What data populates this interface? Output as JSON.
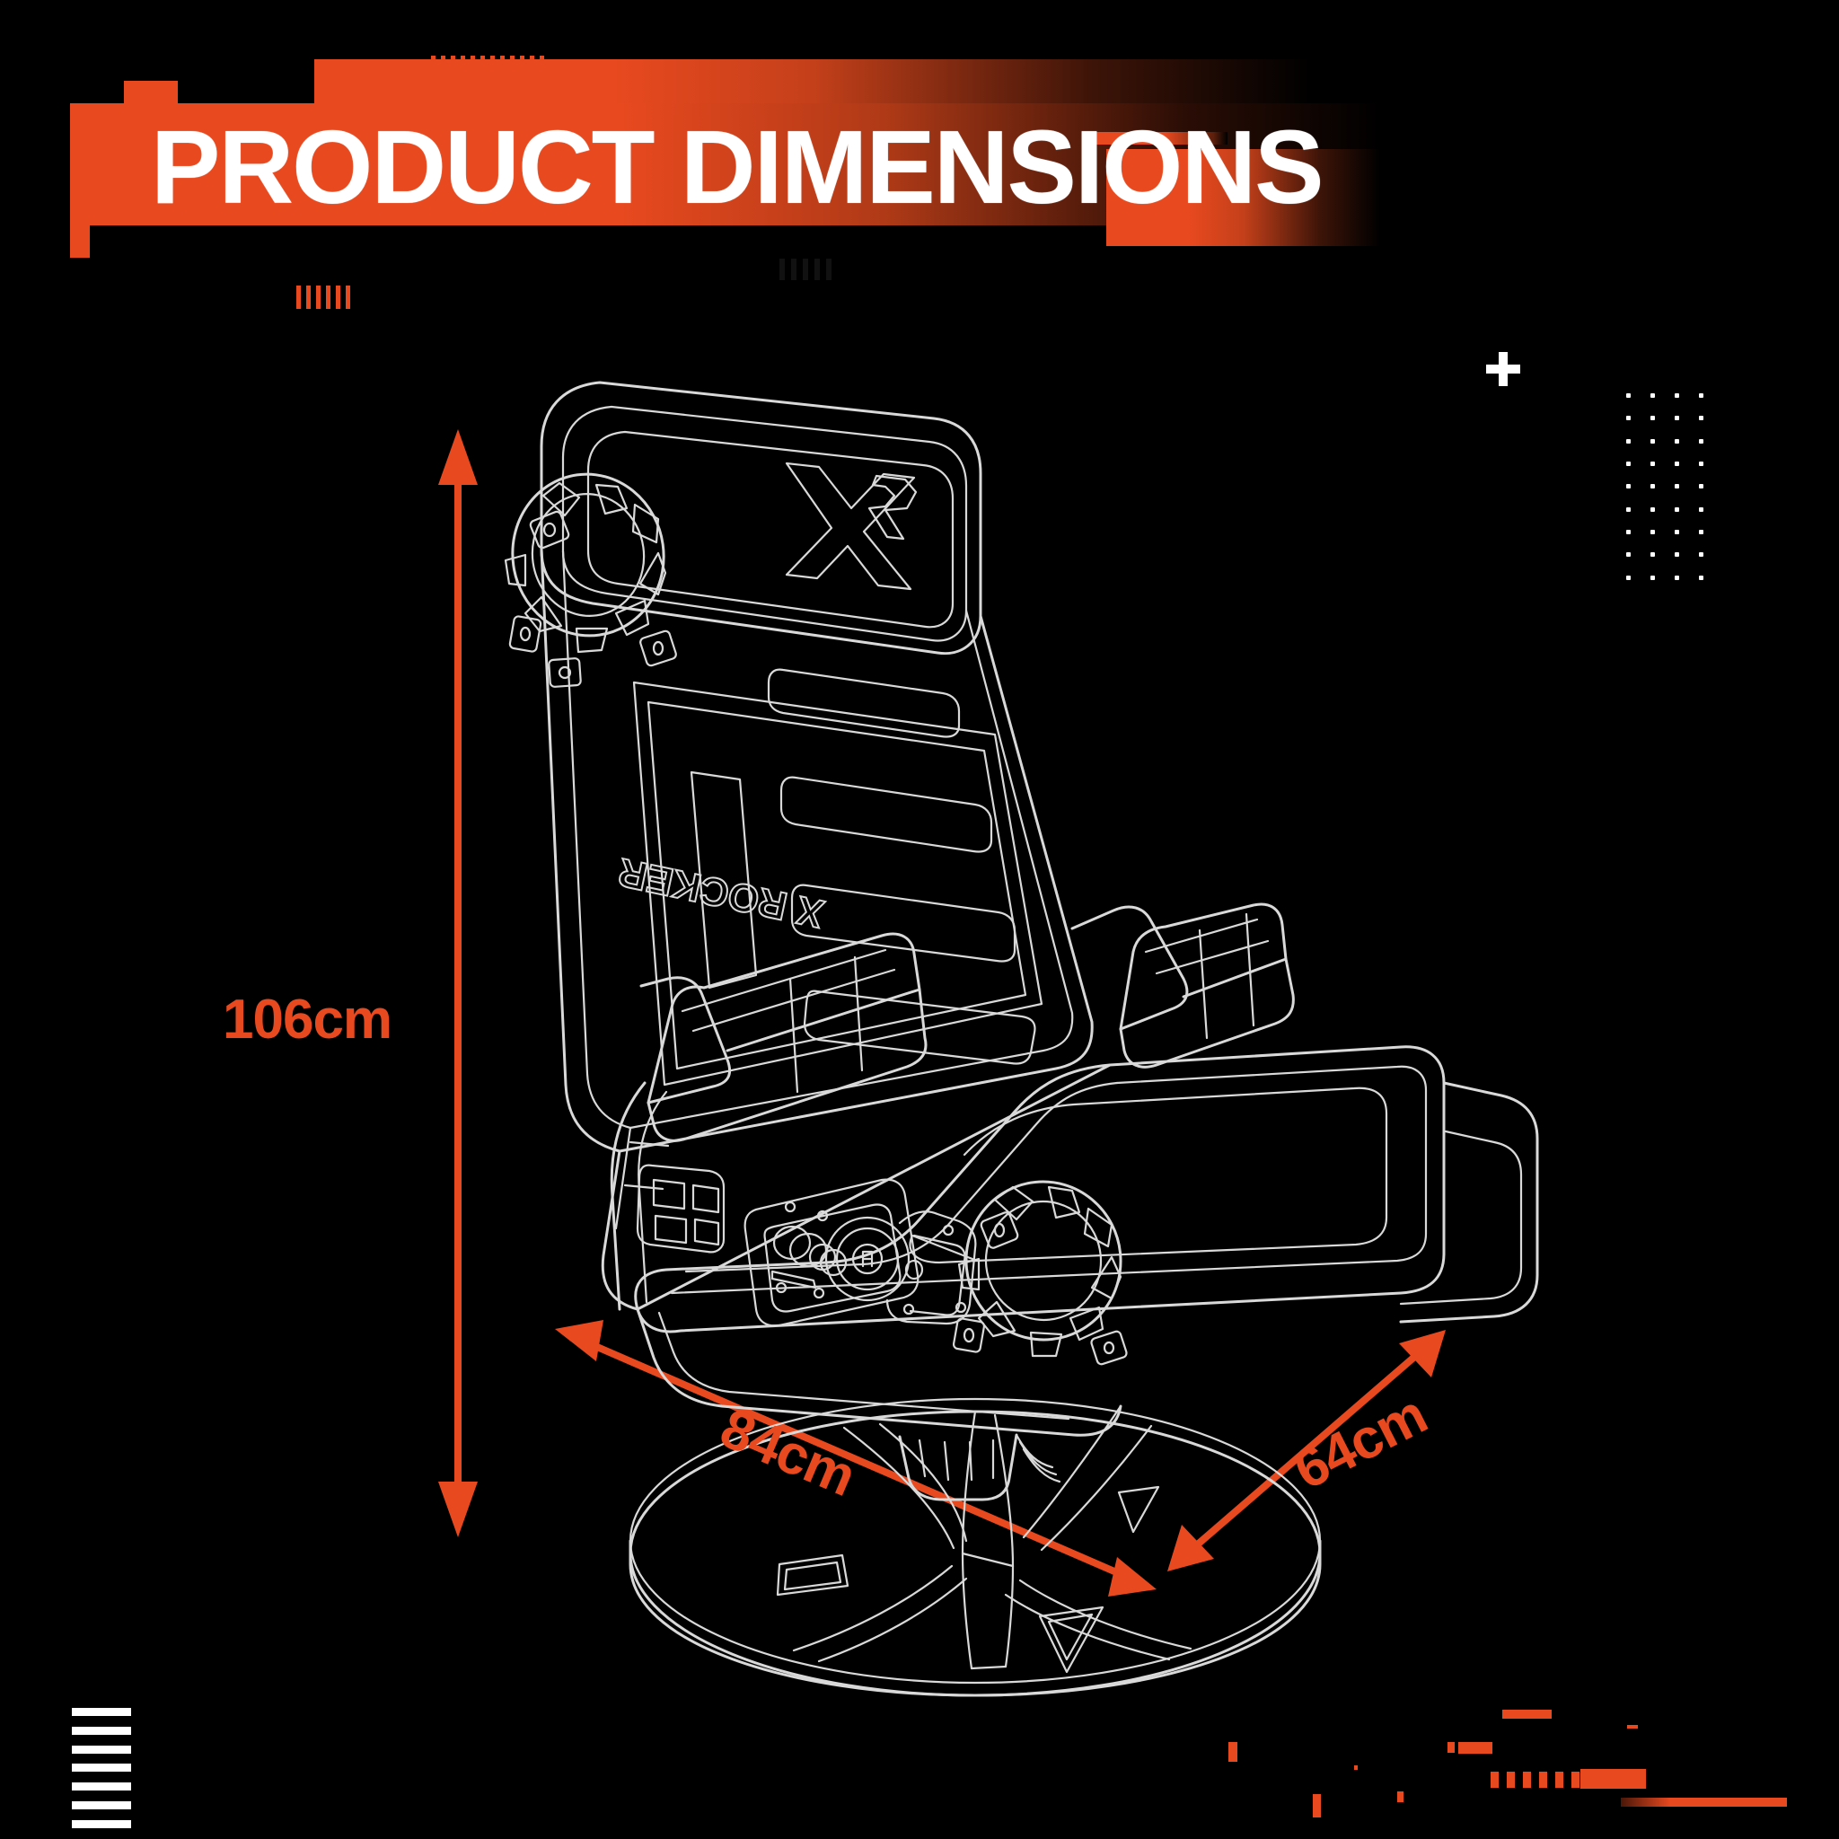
{
  "page": {
    "background_color": "#000000",
    "accent_color": "#e8491f",
    "line_color": "#d8d8d8"
  },
  "header": {
    "title": "PRODUCT DIMENSIONS"
  },
  "product": {
    "brand_logo": "XR",
    "side_text": "X ROCKER"
  },
  "dimensions": {
    "height": {
      "label": "106cm",
      "axis": "vertical",
      "value": 106,
      "unit": "cm"
    },
    "width": {
      "label": "84cm",
      "axis": "diagonal-front",
      "value": 84,
      "unit": "cm"
    },
    "depth": {
      "label": "64cm",
      "axis": "diagonal-side",
      "value": 64,
      "unit": "cm"
    }
  },
  "decor": {
    "plus_mark": "plus",
    "dot_grid_columns": 4,
    "dot_grid_rows": 9,
    "barcode_bars": 7
  }
}
